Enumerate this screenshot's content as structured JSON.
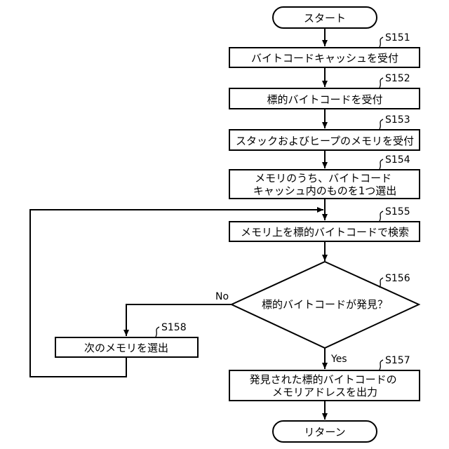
{
  "flowchart": {
    "start_label": "スタート",
    "end_label": "リターン",
    "steps": [
      {
        "id": "S151",
        "lines": [
          "バイトコードキャッシュを受付"
        ]
      },
      {
        "id": "S152",
        "lines": [
          "標的バイトコードを受付"
        ]
      },
      {
        "id": "S153",
        "lines": [
          "スタックおよびヒープのメモリを受付"
        ]
      },
      {
        "id": "S154",
        "lines": [
          "メモリのうち、バイトコード",
          "キャッシュ内のものを1つ選出"
        ]
      },
      {
        "id": "S155",
        "lines": [
          "メモリ上を標的バイトコードで検索"
        ]
      },
      {
        "id": "S157",
        "lines": [
          "発見された標的バイトコードの",
          "メモリアドレスを出力"
        ]
      },
      {
        "id": "S158",
        "lines": [
          "次のメモリを選出"
        ]
      }
    ],
    "decision": {
      "id": "S156",
      "label": "標的バイトコードが発見？"
    },
    "branches": {
      "yes": "Yes",
      "no": "No"
    }
  }
}
